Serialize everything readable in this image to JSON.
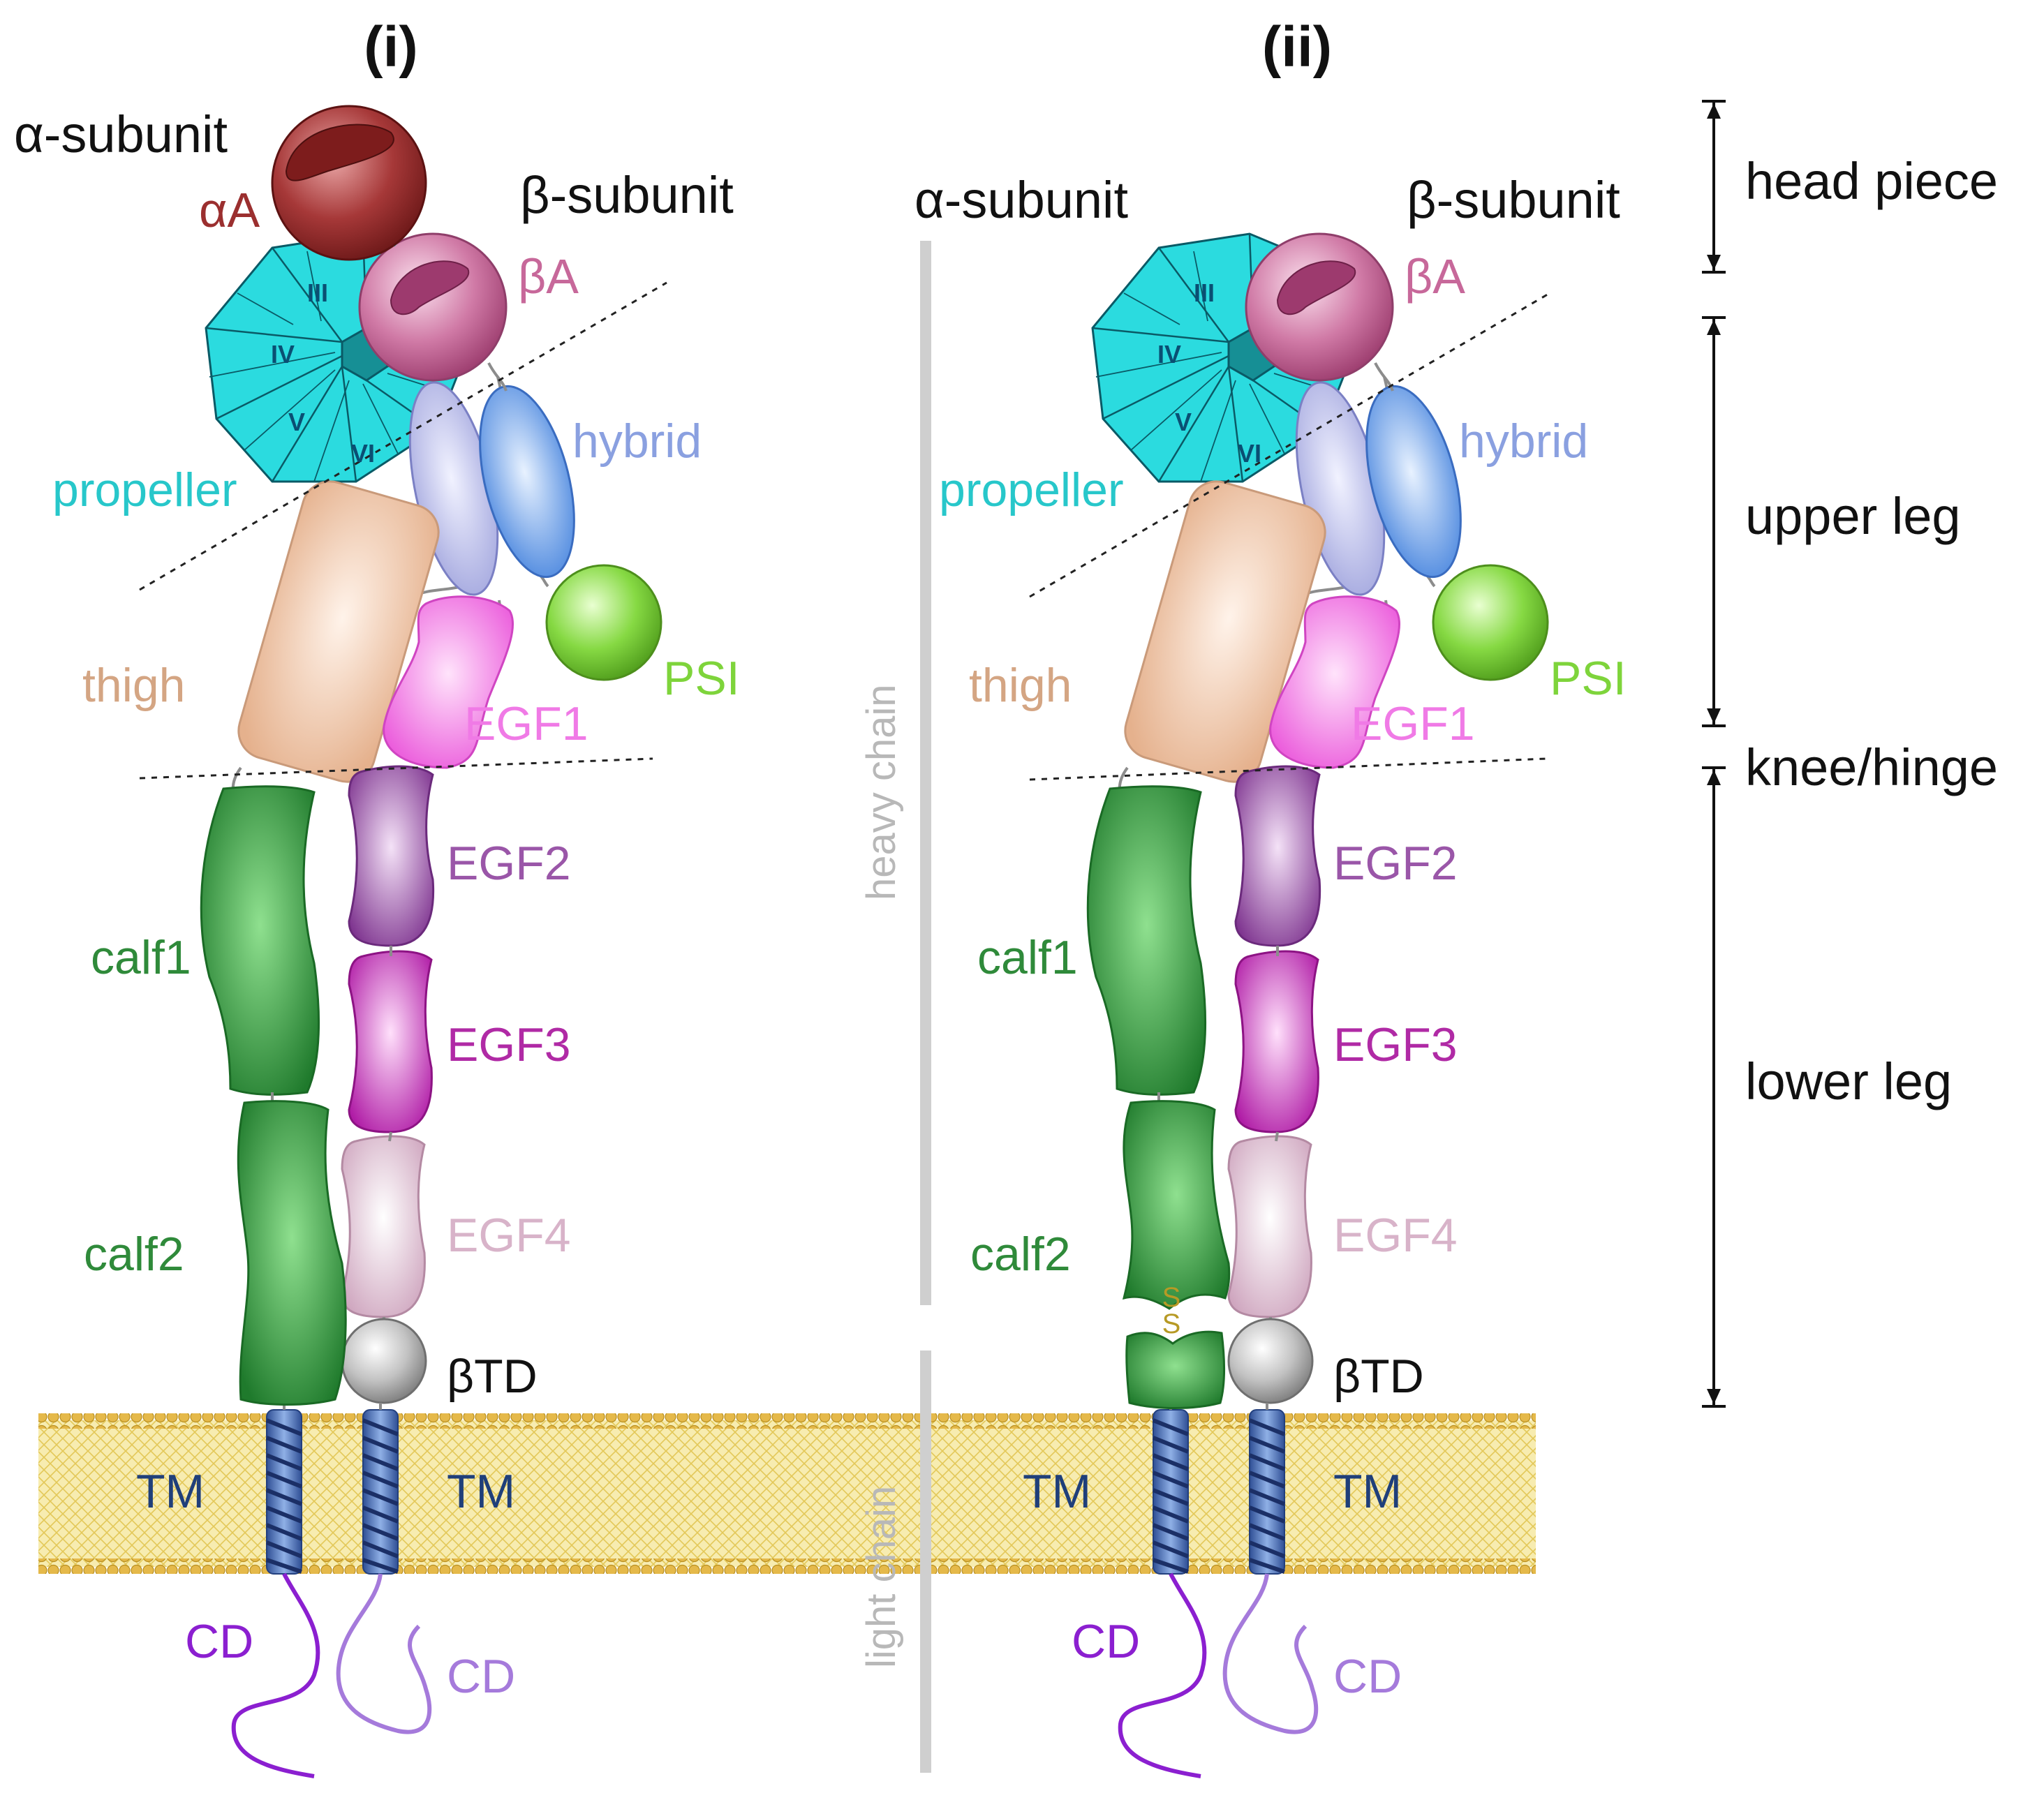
{
  "panels": [
    {
      "title": "(i)",
      "labels": {
        "alpha_subunit": "α-subunit",
        "beta_subunit": "β-subunit",
        "alphaA": "αA",
        "betaA": "βA",
        "propeller": "propeller",
        "hybrid": "hybrid",
        "psi": "PSI",
        "thigh": "thigh",
        "egf1": "EGF1",
        "egf2": "EGF2",
        "egf3": "EGF3",
        "egf4": "EGF4",
        "calf1": "calf1",
        "calf2": "calf2",
        "btd": "βTD",
        "tm_alpha": "TM",
        "tm_beta": "TM",
        "cd_alpha": "CD",
        "cd_beta": "CD"
      },
      "propeller_blades": [
        "III",
        "IV",
        "V",
        "VI"
      ]
    },
    {
      "title": "(ii)",
      "labels": {
        "alpha_subunit": "α-subunit",
        "beta_subunit": "β-subunit",
        "betaA": "βA",
        "propeller": "propeller",
        "hybrid": "hybrid",
        "psi": "PSI",
        "thigh": "thigh",
        "egf1": "EGF1",
        "egf2": "EGF2",
        "egf3": "EGF3",
        "egf4": "EGF4",
        "calf1": "calf1",
        "calf2": "calf2",
        "btd": "βTD",
        "disulfide_s1": "S",
        "disulfide_s2": "S",
        "tm_alpha": "TM",
        "tm_beta": "TM",
        "cd_alpha": "CD",
        "cd_beta": "CD"
      },
      "propeller_blades": [
        "III",
        "IV",
        "V",
        "VI"
      ]
    }
  ],
  "chains": {
    "heavy": "heavy chain",
    "light": "light chain"
  },
  "regions": {
    "head_piece": "head piece",
    "upper_leg": "upper leg",
    "knee_hinge": "knee/hinge",
    "lower_leg": "lower leg"
  },
  "colors": {
    "alphaA": "#9b2f2f",
    "betaA": "#c7689a",
    "propeller": "#27d6d9",
    "hybrid_light": "#b3b5e5",
    "hybrid_blue": "#5a8fe2",
    "psi": "#7ed43b",
    "thigh": "#e8b99a",
    "egf1": "#f07ae6",
    "egf2": "#8e4a9e",
    "egf3": "#c025b6",
    "egf4": "#d8b3c9",
    "calf": "#2f8a3a",
    "btd": "#b0b0b0",
    "membrane": "#f4e38a",
    "tm": "#4e78b5",
    "cd_alpha": "#8b1fd0",
    "cd_beta": "#a57adb",
    "disulfide": "#b79a25"
  }
}
